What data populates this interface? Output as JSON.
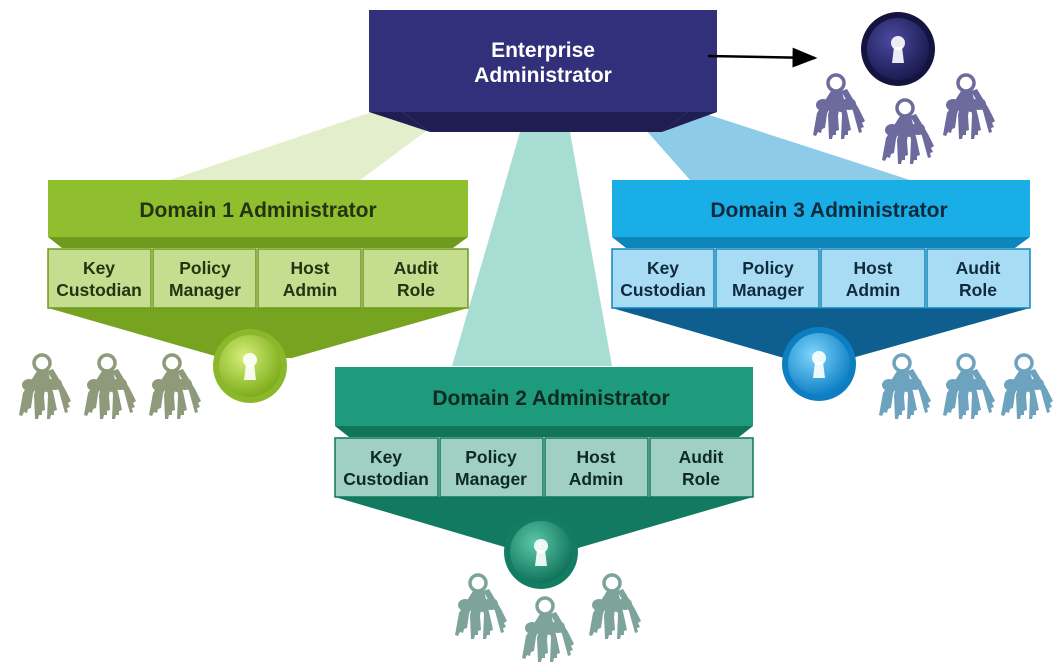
{
  "enterprise": {
    "line1": "Enterprise",
    "line2": "Administrator",
    "color": "#32307a"
  },
  "domains": [
    {
      "title": "Domain 1 Administrator",
      "header_color": "#8fbf2e",
      "role_color": "#c4dd8f",
      "roles": [
        {
          "line1": "Key",
          "line2": "Custodian"
        },
        {
          "line1": "Policy",
          "line2": "Manager"
        },
        {
          "line1": "Host",
          "line2": "Admin"
        },
        {
          "line1": "Audit",
          "line2": "Role"
        }
      ]
    },
    {
      "title": "Domain 2 Administrator",
      "header_color": "#1e9a7c",
      "role_color": "#9fd0c3",
      "roles": [
        {
          "line1": "Key",
          "line2": "Custodian"
        },
        {
          "line1": "Policy",
          "line2": "Manager"
        },
        {
          "line1": "Host",
          "line2": "Admin"
        },
        {
          "line1": "Audit",
          "line2": "Role"
        }
      ]
    },
    {
      "title": "Domain 3 Administrator",
      "header_color": "#1aaee6",
      "role_color": "#a8dcf4",
      "roles": [
        {
          "line1": "Key",
          "line2": "Custodian"
        },
        {
          "line1": "Policy",
          "line2": "Manager"
        },
        {
          "line1": "Host",
          "line2": "Admin"
        },
        {
          "line1": "Audit",
          "line2": "Role"
        }
      ]
    }
  ],
  "icons": {
    "lock": "keyhole-lock-icon",
    "keys": "key-ring-icon"
  }
}
